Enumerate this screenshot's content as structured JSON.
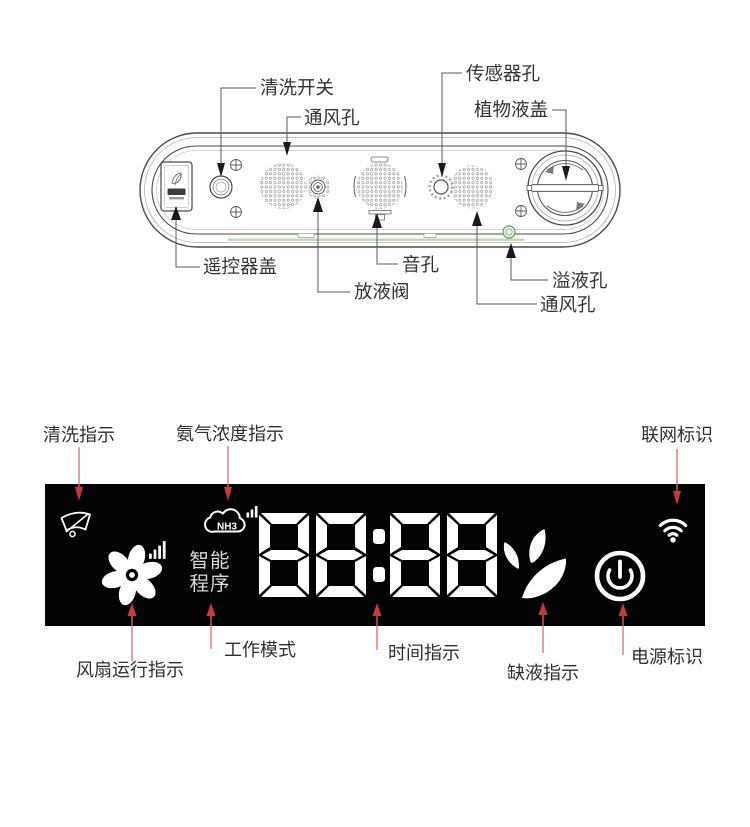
{
  "page": {
    "background": "#ffffff"
  },
  "device_diagram": {
    "labels": {
      "cleaning_switch": "清洗开关",
      "vent_hole_top": "通风孔",
      "sensor_hole": "传感器孔",
      "plant_liquid_cover": "植物液盖",
      "remote_cover": "遥控器盖",
      "drain_valve": "放液阀",
      "sound_hole": "音孔",
      "overflow_hole": "溢液孔",
      "vent_hole_bottom": "通风孔"
    },
    "colors": {
      "outline": "#4a4a4a",
      "callout_line": "#5a5a5a",
      "callout_arrow": "#1a1a1a",
      "green_strip": "#b7dcab"
    }
  },
  "display_panel": {
    "time": "88:88",
    "mode_line1": "智能",
    "mode_line2": "程序",
    "nh3_label": "NH3",
    "labels": {
      "cleaning_indicator": "清洗指示",
      "ammonia_indicator": "氨气浓度指示",
      "network_mark": "联网标识",
      "fan_running_indicator": "风扇运行指示",
      "work_mode": "工作模式",
      "time_indicator": "时间指示",
      "liquid_shortage_indicator": "缺液指示",
      "power_mark": "电源标识"
    },
    "icons": [
      "wiper-clean-icon",
      "fan-icon",
      "fan-speed-bars-icon",
      "nh3-cloud-icon",
      "seven-segment-display",
      "leaf-icon",
      "power-icon",
      "wifi-icon"
    ],
    "colors": {
      "panel_bg": "#030303",
      "icon": "#ffffff",
      "mode_text": "#d9d9d9",
      "leader_line": "#e06666",
      "leader_arrow": "#c93a3a"
    }
  }
}
